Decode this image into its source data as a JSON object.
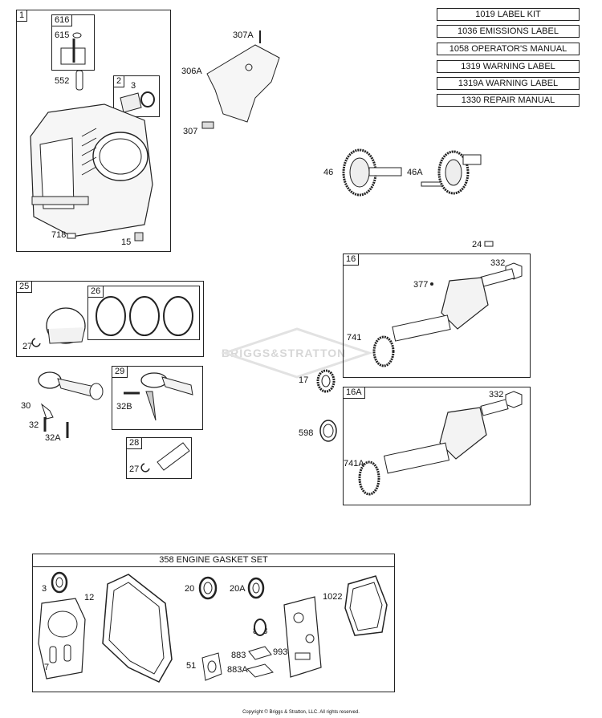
{
  "kit_labels": [
    "1019 LABEL KIT",
    "1036 EMISSIONS LABEL",
    "1058 OPERATOR'S MANUAL",
    "1319 WARNING LABEL",
    "1319A WARNING LABEL",
    "1330 REPAIR MANUAL"
  ],
  "box_tags": {
    "b1": "1",
    "b616": "616",
    "b2": "2",
    "b25": "25",
    "b26": "26",
    "b29": "29",
    "b28": "28",
    "b16": "16",
    "b16a": "16A"
  },
  "callouts": {
    "c615": "615",
    "c552": "552",
    "c3a": "3",
    "c718": "718",
    "c15": "15",
    "c307a": "307A",
    "c306a": "306A",
    "c307": "307",
    "c46": "46",
    "c46a": "46A",
    "c24": "24",
    "c332a": "332",
    "c377": "377",
    "c741": "741",
    "c17": "17",
    "c332b": "332",
    "c598": "598",
    "c741a": "741A",
    "c27a": "27",
    "c30": "30",
    "c32": "32",
    "c32a": "32A",
    "c32b": "32B",
    "c27b": "27",
    "g3": "3",
    "g12": "12",
    "g20": "20",
    "g20a": "20A",
    "g1022": "1022",
    "g868": "868",
    "g883": "883",
    "g993": "993",
    "g7": "7",
    "g51": "51",
    "g883a": "883A"
  },
  "gasket_set_title": "358 ENGINE GASKET SET",
  "watermark": "BRIGGS&STRATTON",
  "copyright": "Copyright © Briggs & Stratton, LLC. All rights reserved."
}
